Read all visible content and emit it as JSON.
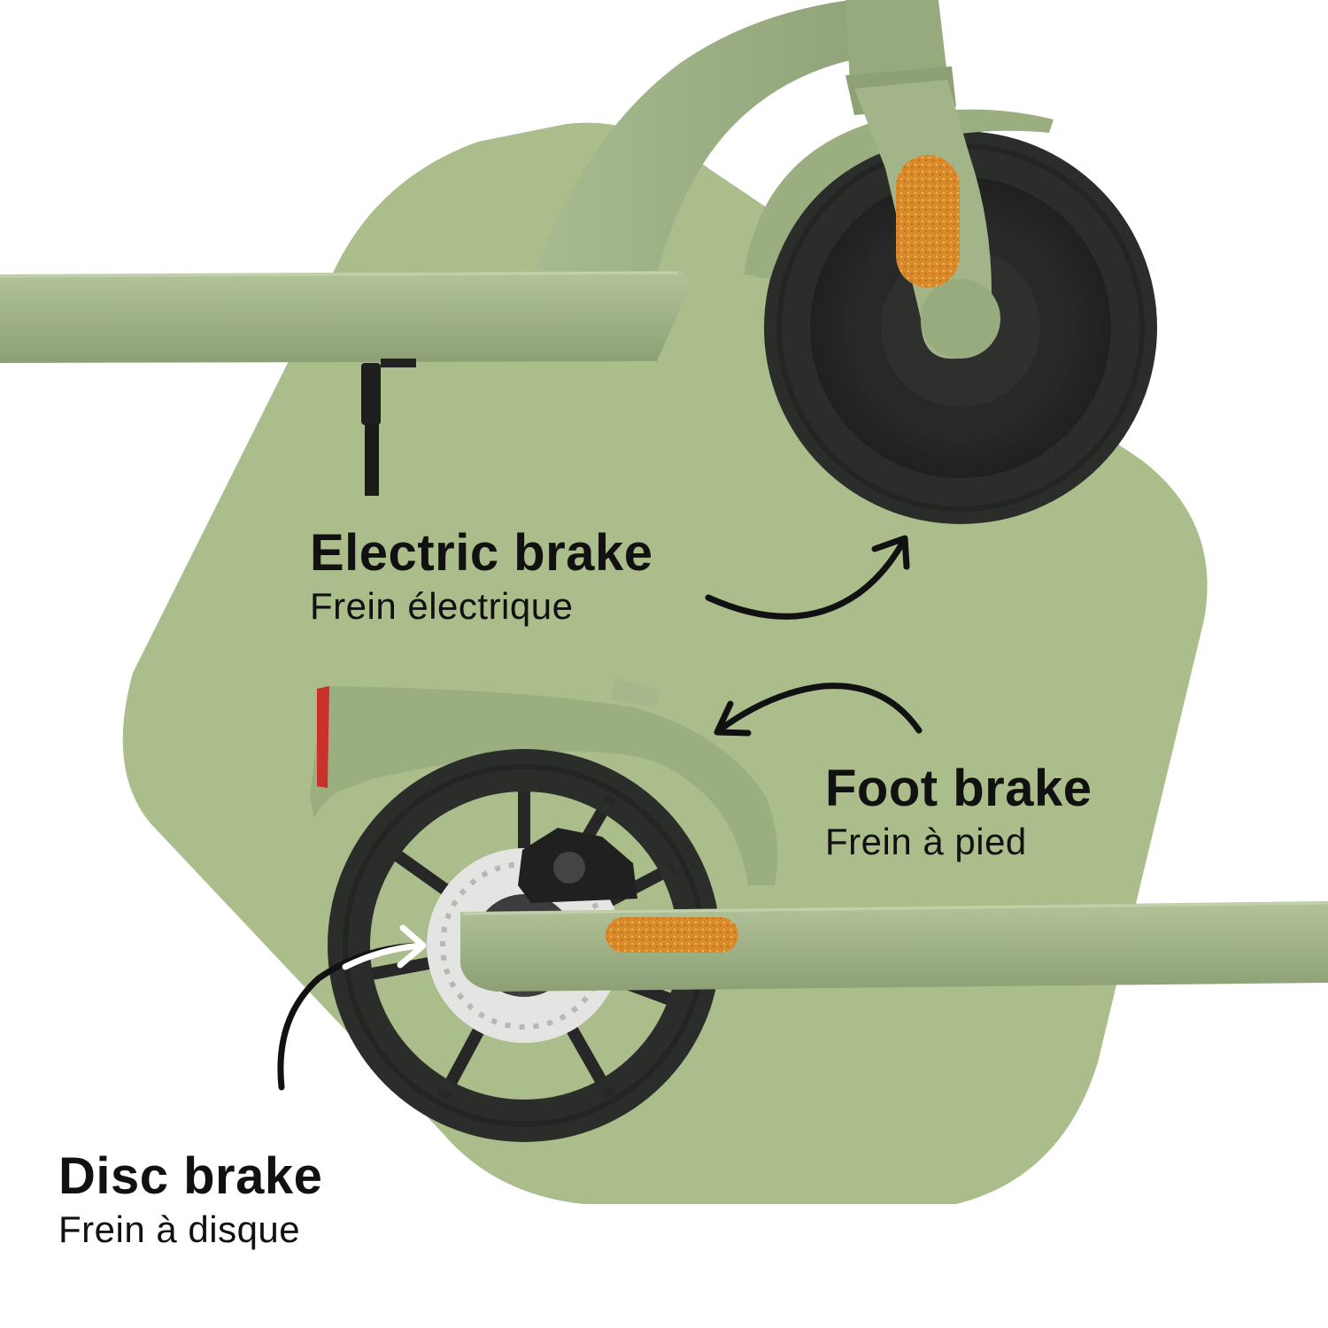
{
  "labels": {
    "electric": {
      "title": "Electric brake",
      "subtitle": "Frein électrique"
    },
    "foot": {
      "title": "Foot brake",
      "subtitle": "Frein à pied"
    },
    "disc": {
      "title": "Disc brake",
      "subtitle": "Frein à disque"
    }
  },
  "colors": {
    "background": "#ffffff",
    "blob": "#abbd8a",
    "scooter_body": "#9aae80",
    "tire": "#2b2d2b",
    "reflector_orange": "#d88a2a",
    "rear_light": "#c8322a",
    "text": "#111111",
    "arrow": "#111111",
    "disc_arrow": "#ffffff"
  },
  "icons": {
    "arrows": [
      "curved-arrow-icon",
      "curved-arrow-icon",
      "curved-arrow-icon"
    ]
  }
}
